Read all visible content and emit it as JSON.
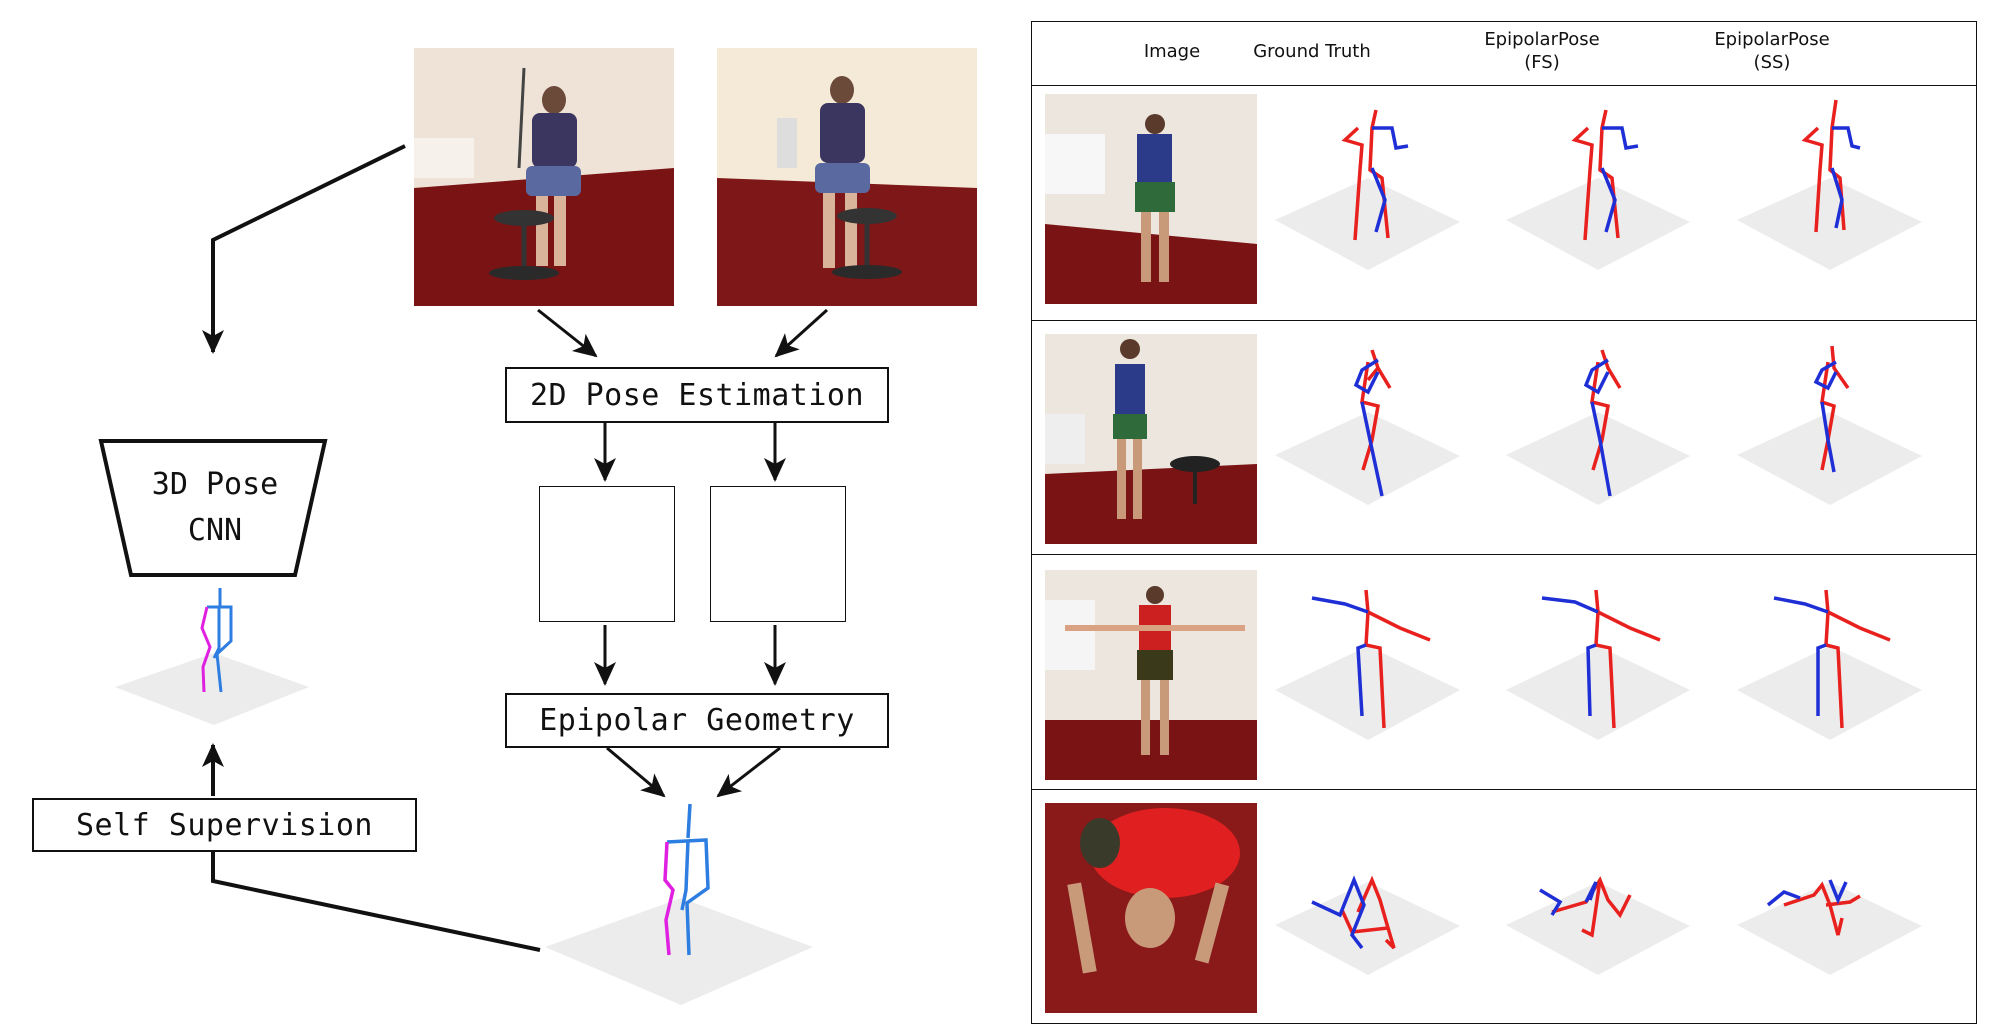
{
  "diagram": {
    "pose_estimation_label": "2D Pose Estimation",
    "epipolar_label": "Epipolar Geometry",
    "self_supervision_label": "Self Supervision",
    "cnn_label_line1": "3D Pose",
    "cnn_label_line2": "CNN"
  },
  "table": {
    "headers": [
      {
        "line1": "Image",
        "line2": ""
      },
      {
        "line1": "Ground Truth",
        "line2": ""
      },
      {
        "line1": "EpipolarPose",
        "line2": "(FS)"
      },
      {
        "line1": "EpipolarPose",
        "line2": "(SS)"
      }
    ]
  },
  "colors": {
    "skeleton_right": "#e8201e",
    "skeleton_left": "#1f2fd6",
    "skeleton_magenta": "#e020e0",
    "skeleton_light_blue": "#2e7de0",
    "ground_plane": "#ececec",
    "carpet": "#7a1414",
    "wall": "#efe7df"
  }
}
